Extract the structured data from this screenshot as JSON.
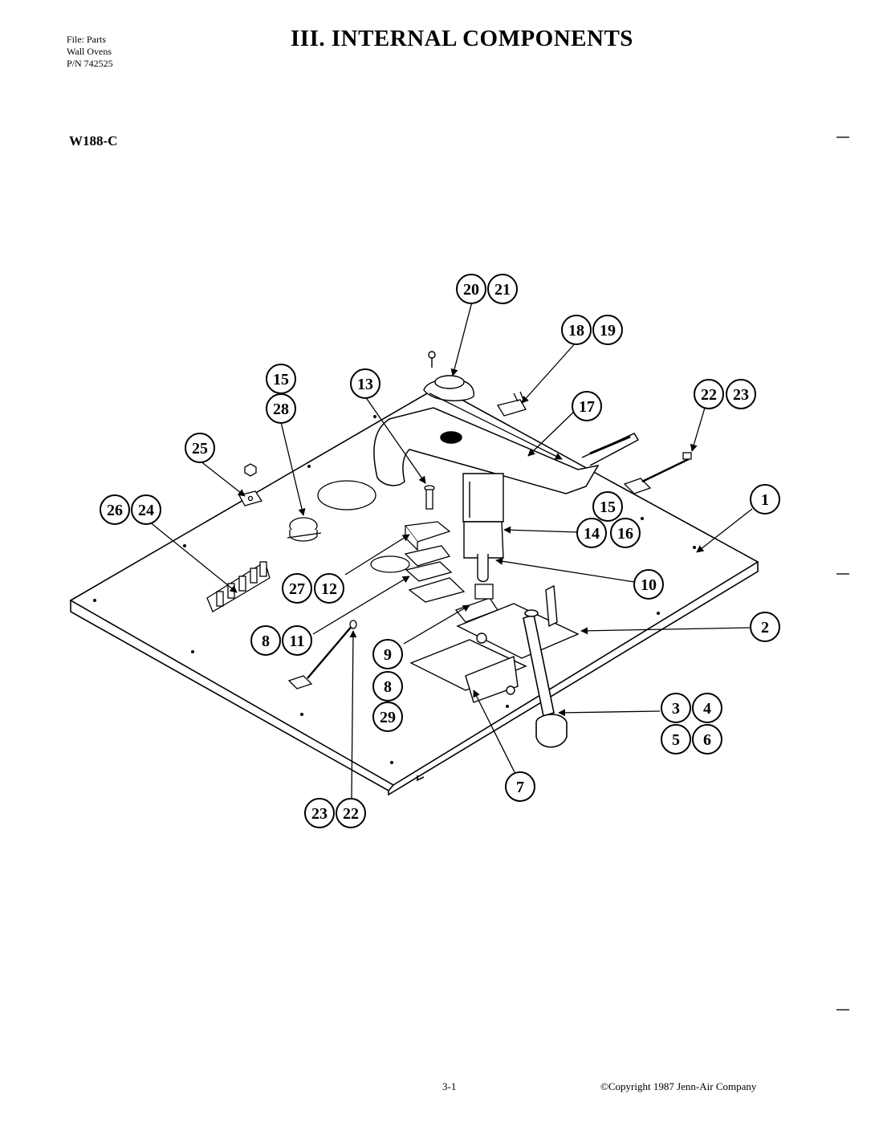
{
  "header": {
    "file_line1": "File: Parts",
    "file_line2": "Wall Ovens",
    "file_line3": "P/N 742525",
    "title": "III.  INTERNAL COMPONENTS",
    "model": "W188-C"
  },
  "callouts": [
    {
      "id": "c20",
      "label": "20"
    },
    {
      "id": "c21",
      "label": "21"
    },
    {
      "id": "c18",
      "label": "18"
    },
    {
      "id": "c19",
      "label": "19"
    },
    {
      "id": "c15a",
      "label": "15"
    },
    {
      "id": "c28",
      "label": "28"
    },
    {
      "id": "c13",
      "label": "13"
    },
    {
      "id": "c17",
      "label": "17"
    },
    {
      "id": "c22a",
      "label": "22"
    },
    {
      "id": "c23a",
      "label": "23"
    },
    {
      "id": "c25",
      "label": "25"
    },
    {
      "id": "c26",
      "label": "26"
    },
    {
      "id": "c24",
      "label": "24"
    },
    {
      "id": "c1",
      "label": "1"
    },
    {
      "id": "c15b",
      "label": "15"
    },
    {
      "id": "c14",
      "label": "14"
    },
    {
      "id": "c16",
      "label": "16"
    },
    {
      "id": "c27",
      "label": "27"
    },
    {
      "id": "c12",
      "label": "12"
    },
    {
      "id": "c10",
      "label": "10"
    },
    {
      "id": "c8a",
      "label": "8"
    },
    {
      "id": "c11",
      "label": "11"
    },
    {
      "id": "c2",
      "label": "2"
    },
    {
      "id": "c9",
      "label": "9"
    },
    {
      "id": "c8b",
      "label": "8"
    },
    {
      "id": "c29",
      "label": "29"
    },
    {
      "id": "c3",
      "label": "3"
    },
    {
      "id": "c4",
      "label": "4"
    },
    {
      "id": "c5",
      "label": "5"
    },
    {
      "id": "c6",
      "label": "6"
    },
    {
      "id": "c7",
      "label": "7"
    },
    {
      "id": "c23b",
      "label": "23"
    },
    {
      "id": "c22b",
      "label": "22"
    }
  ],
  "footer": {
    "page": "3-1",
    "copyright": "©Copyright 1987 Jenn-Air Company"
  }
}
